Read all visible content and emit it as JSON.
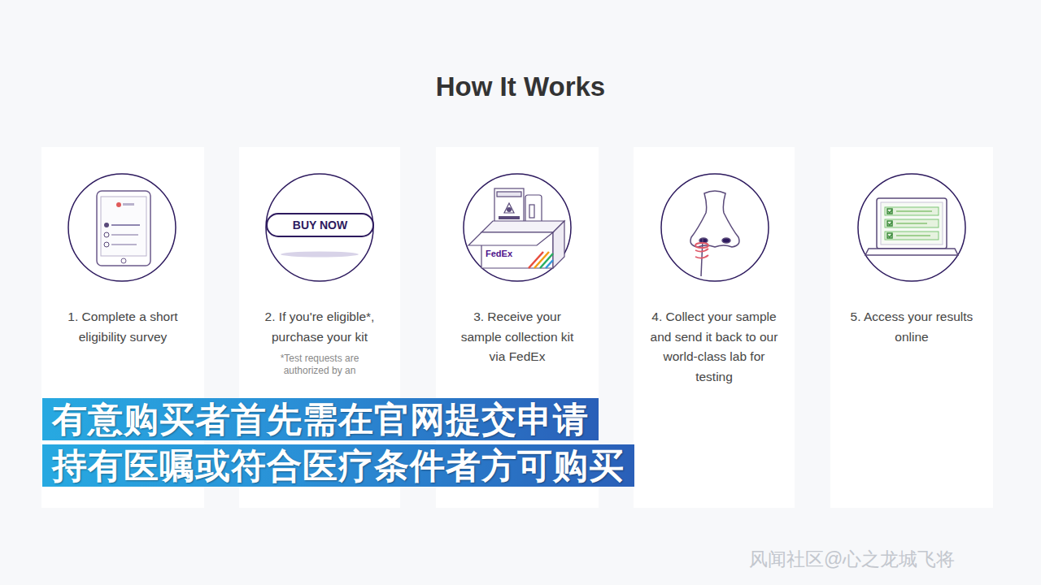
{
  "diagram": {
    "title": "How It Works",
    "nodes": [
      {
        "text": [
          "1. Complete a short eligibility survey"
        ]
      },
      {
        "text": [
          "2. If you're eligible*, purchase your kit",
          "*Test requests are authorized by an"
        ]
      },
      {
        "text": [
          "BUY NOW"
        ],
        "in": 1
      },
      {
        "text": [
          "3. Receive your sample collection kit via FedEx"
        ]
      },
      {
        "text": [
          "4. Collect your sample and send it back to our world-class lab for testing"
        ]
      },
      {
        "text": [
          "5. Access your results online"
        ]
      },
      {
        "text": [
          "有意购买者首先需在官网提交申请"
        ]
      },
      {
        "text": [
          "持有医嘱或符合医疗条件者方可购买"
        ]
      }
    ],
    "labels": [
      "FedEx",
      "风闻社区@心之龙城飞将"
    ]
  }
}
